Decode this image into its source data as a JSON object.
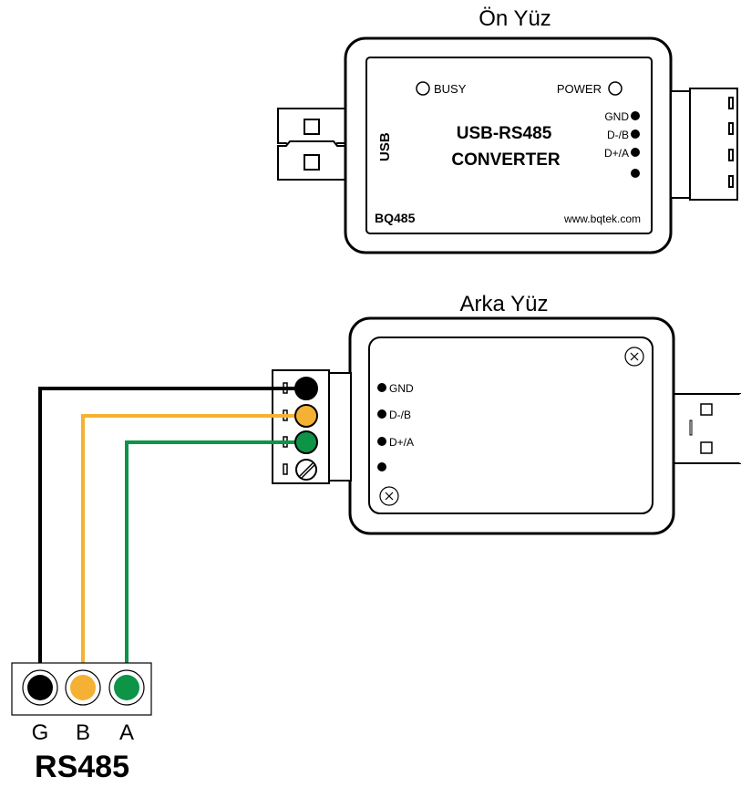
{
  "front": {
    "title": "Ön Yüz",
    "busy": "BUSY",
    "power": "POWER",
    "usb_vertical": "USB",
    "product_line1": "USB-RS485",
    "product_line2": "CONVERTER",
    "model": "BQ485",
    "website": "www.bqtek.com",
    "pins": [
      "GND",
      "D-/B",
      "D+/A",
      ""
    ]
  },
  "back": {
    "title": "Arka Yüz",
    "pins": [
      "GND",
      "D-/B",
      "D+/A",
      ""
    ]
  },
  "connector": {
    "labels": [
      "G",
      "B",
      "A"
    ],
    "title": "RS485"
  },
  "colors": {
    "gnd": "#000000",
    "b": "#f5b133",
    "a": "#0d9447",
    "outline": "#000000"
  }
}
